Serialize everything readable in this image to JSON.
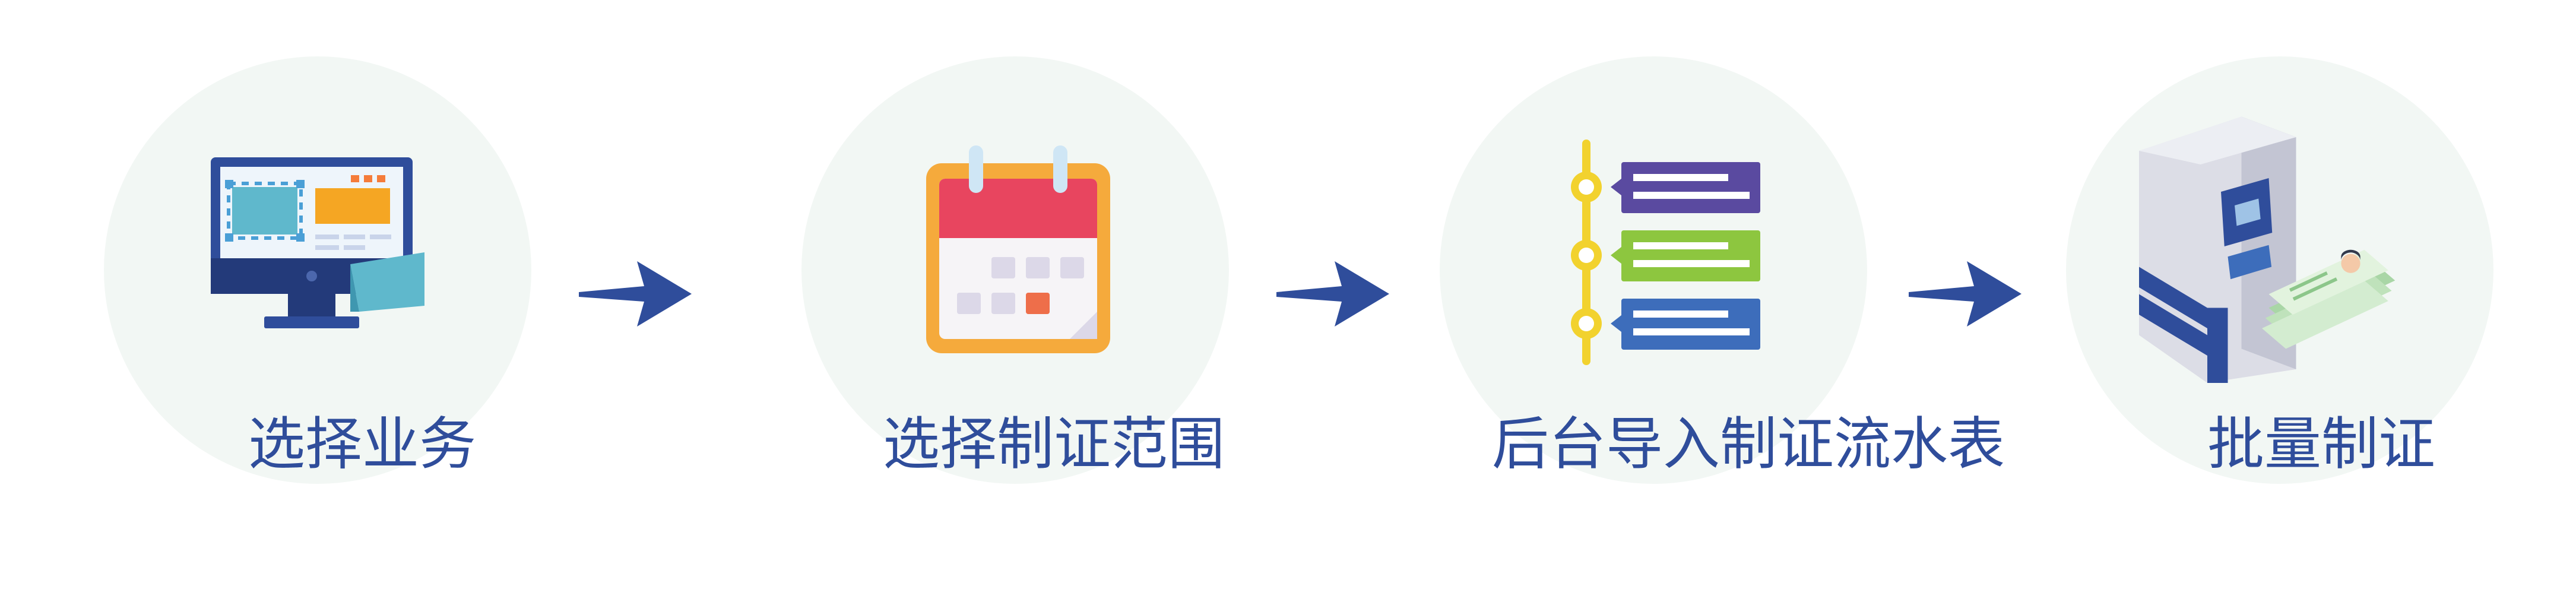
{
  "steps": [
    {
      "label": "选择业务"
    },
    {
      "label": "选择制证范围"
    },
    {
      "label": "后台导入制证流水表"
    },
    {
      "label": "批量制证"
    }
  ],
  "icons": [
    "monitor-icon",
    "calendar-icon",
    "timeline-list-icon",
    "kiosk-card-icon"
  ],
  "colors": {
    "label": "#2f4d9b",
    "arrow": "#2f4d9b",
    "circle": "#f2f7f4"
  }
}
